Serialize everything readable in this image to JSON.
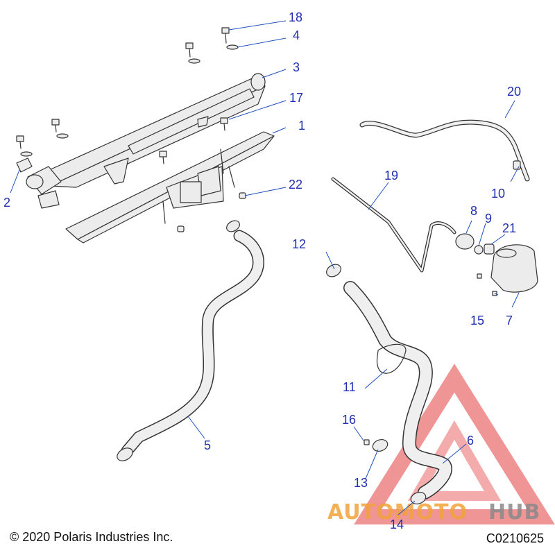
{
  "diagram": {
    "callouts": [
      "1",
      "2",
      "3",
      "4",
      "5",
      "6",
      "7",
      "8",
      "9",
      "10",
      "11",
      "12",
      "13",
      "14",
      "15",
      "16",
      "17",
      "18",
      "19",
      "20",
      "21",
      "22"
    ]
  },
  "footer": {
    "copyright": "© 2020 Polaris Industries Inc.",
    "figure_id": "C0210625"
  },
  "watermark": {
    "text_orange": "AUTOMOTO",
    "text_gray": "HUB",
    "colors": {
      "triangle": "#e85a5a",
      "orange": "#f2a33a",
      "gray": "#8a8a8a"
    }
  },
  "colors": {
    "callout": "#1f2fb0",
    "leader": "#1f4fbf",
    "line": "#333333",
    "part_fill": "#ececec"
  }
}
